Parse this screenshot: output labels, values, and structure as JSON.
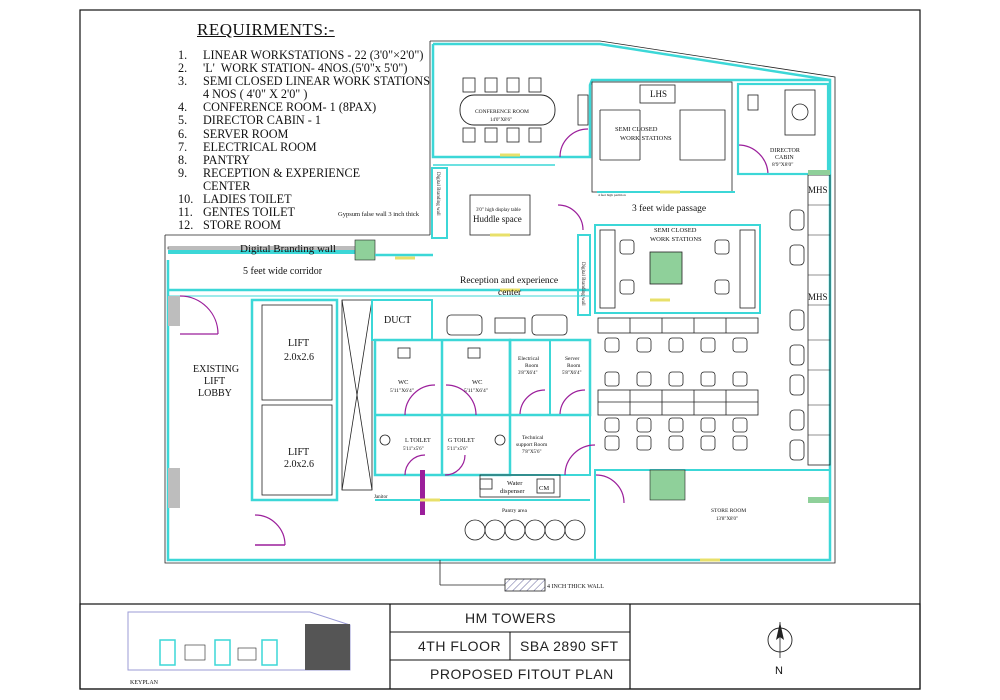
{
  "requirements": {
    "title": "REQUIRMENTS:-",
    "items": [
      {
        "num": "1.",
        "text": "LINEAR WORKSTATIONS - 22 (3'0\"×2'0\")"
      },
      {
        "num": "2.",
        "text": "'L'  WORK STATION- 4NOS.(5'0\"x 5'0\")"
      },
      {
        "num": "3.",
        "text": "SEMI CLOSED LINEAR WORK STATIONS"
      },
      {
        "num": "",
        "text": "4 NOS ( 4'0\" X 2'0\" )"
      },
      {
        "num": "4.",
        "text": "CONFERENCE ROOM- 1 (8PAX)"
      },
      {
        "num": "5.",
        "text": "DIRECTOR CABIN - 1"
      },
      {
        "num": "6.",
        "text": "SERVER ROOM"
      },
      {
        "num": "7.",
        "text": "ELECTRICAL ROOM"
      },
      {
        "num": "8.",
        "text": "PANTRY"
      },
      {
        "num": "9.",
        "text": "RECEPTION & EXPERIENCE"
      },
      {
        "num": "",
        "text": "CENTER"
      },
      {
        "num": "10.",
        "text": "LADIES TOILET"
      },
      {
        "num": "11.",
        "text": "GENTES TOILET"
      },
      {
        "num": "12.",
        "text": "STORE ROOM"
      }
    ]
  },
  "plan": {
    "digital_branding_wall_1": "Digital Branding wall",
    "digital_branding_wall_2": "Digital Branding wall",
    "digital_branding_wall_3": "Digital Branding wall",
    "corridor": "5 feet wide corridor",
    "gypsum_note": "Gypsum false wall 3 inch thick",
    "existing_lift_lobby": [
      "EXISTING",
      "LIFT",
      "LOBBY"
    ],
    "lift_1": [
      "LIFT",
      "2.0x2.6"
    ],
    "lift_2": [
      "LIFT",
      "2.0x2.6"
    ],
    "duct": "DUCT",
    "conference": [
      "CONFERENCE ROOM",
      "14'0\"X8'6\""
    ],
    "lhs": "LHS",
    "semi_closed_1": [
      "SEMI CLOSED",
      "WORK STATIONS"
    ],
    "director_cabin": [
      "DIRECTOR",
      "CABIN",
      "8'9\"X8'0\""
    ],
    "passage": "3 feet wide passage",
    "semi_closed_2": [
      "SEMI CLOSED",
      "WORK STATIONS"
    ],
    "mhs_1": "MHS",
    "mhs_2": "MHS",
    "huddle_note": "3'0\" high display table",
    "huddle": "Huddle space",
    "reception": [
      "Reception and experience",
      "center"
    ],
    "wc_1": [
      "WC",
      "5'11\"X6'4\""
    ],
    "wc_2": [
      "WC",
      "5'11\"X6'4\""
    ],
    "electrical": [
      "Electrical",
      "Room",
      "3'8\"X6'4\""
    ],
    "server": [
      "Server",
      "Room",
      "5'8\"X6'4\""
    ],
    "l_toilet": [
      "L TOILET",
      "5'11\"x5'6\""
    ],
    "g_toilet": [
      "G TOILET",
      "5'11\"x5'6\""
    ],
    "technical": [
      "Technical",
      "support Room",
      "7'8\"X5'6\""
    ],
    "water_dispenser": [
      "Water",
      "dispenser"
    ],
    "cm": "CM",
    "janitor": "Janitor",
    "pantry_area": "Pantry area",
    "store_room": [
      "STORE ROOM",
      "13'8\"X8'0\""
    ],
    "thick_wall_note": "4 INCH THICK WALL",
    "partition_note": "4 feet high partition"
  },
  "title_block": {
    "keyplan_label": "KEYPLAN",
    "project": "HM TOWERS",
    "floor": "4TH FLOOR",
    "sba": "SBA 2890 SFT",
    "drawing": "PROPOSED FITOUT PLAN",
    "north": "N"
  },
  "colors": {
    "wall": "#3cd7d7",
    "line": "#1a1a1a",
    "green": "#8fd09a",
    "purple": "#9b1f9b",
    "hatch": "#b8b8d8",
    "yellow": "#e8e06a"
  }
}
